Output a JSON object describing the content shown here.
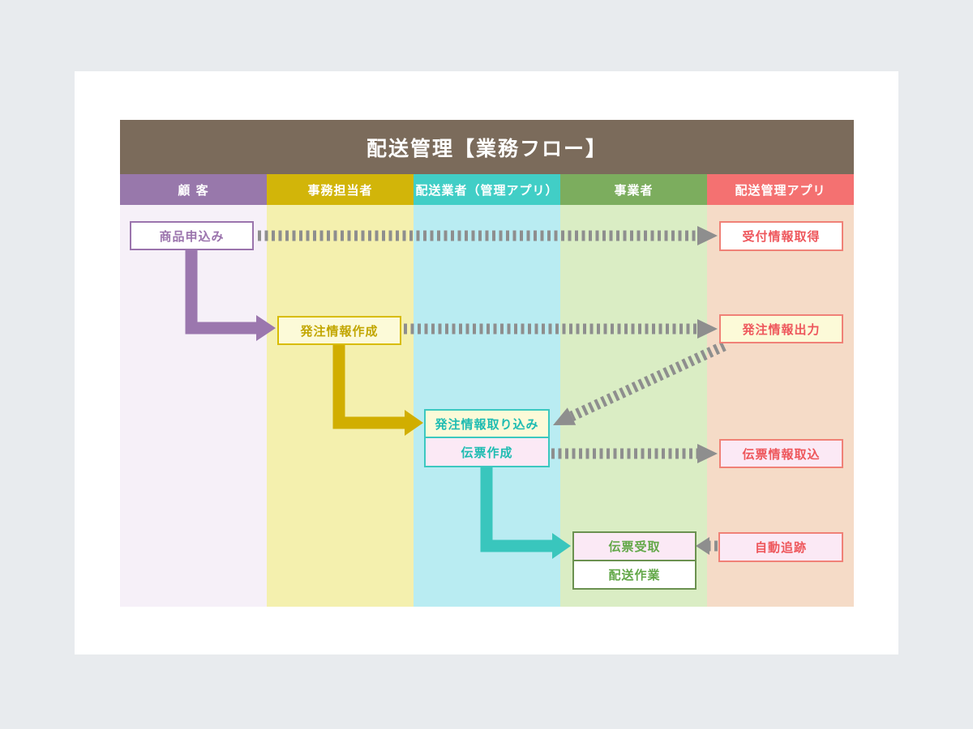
{
  "title": "配送管理【業務フロー】",
  "lanes": [
    {
      "label": "顧 客",
      "header_color": "#9878ab",
      "body_color": "#f6f0f8"
    },
    {
      "label": "事務担当者",
      "header_color": "#d2b509",
      "body_color": "#f4f0ae"
    },
    {
      "label": "配送業者（管理アプリ）",
      "header_color": "#41cec6",
      "body_color": "#b9ecf2"
    },
    {
      "label": "事業者",
      "header_color": "#7cad5e",
      "body_color": "#daedc4"
    },
    {
      "label": "配送管理アプリ",
      "header_color": "#f47171",
      "body_color": "#f5dbc7"
    }
  ],
  "nodes": {
    "order_application": "商品申込み",
    "reception_info_acquire": "受付情報取得",
    "order_info_create": "発注情報作成",
    "order_info_output": "発注情報出力",
    "order_info_import": "発注情報取り込み",
    "slip_create": "伝票作成",
    "slip_info_import": "伝票情報取込",
    "slip_receive": "伝票受取",
    "delivery_work": "配送作業",
    "auto_tracking": "自動追跡"
  },
  "colors": {
    "page_bg": "#e8ebee",
    "card_bg": "#ffffff",
    "title_bar": "#7b6b5b",
    "purple_arrow": "#9b77ae",
    "gold_arrow": "#d1ae00",
    "teal_arrow": "#39c6bd",
    "dash_gray": "#8e8e8e",
    "red_text": "#ee575c",
    "green_text": "#63a849",
    "teal_text": "#1fbcb2",
    "gold_text": "#c2a600",
    "purple_text": "#9b74ad"
  }
}
